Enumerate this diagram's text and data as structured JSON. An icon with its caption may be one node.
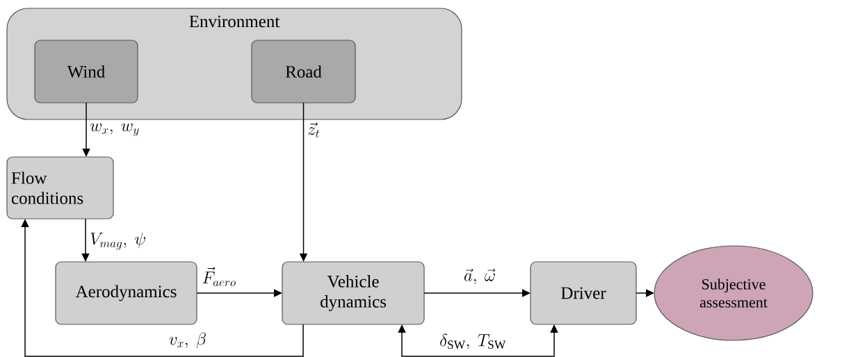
{
  "diagram": {
    "nodes": [
      {
        "text": [
          "Environment"
        ]
      },
      {
        "text": [
          "Wind"
        ],
        "in": 0
      },
      {
        "text": [
          "Road"
        ],
        "in": 0
      },
      {
        "text": [
          "Flow conditions"
        ]
      },
      {
        "text": [
          "Aerodynamics"
        ]
      },
      {
        "text": [
          "Vehicle dynamics"
        ]
      },
      {
        "text": [
          "Driver"
        ]
      },
      {
        "text": [
          "Subjective assessment"
        ]
      }
    ],
    "edges": [
      {
        "from": 1,
        "to": 3,
        "arrow": "to",
        "label": "w_x,\\ w_y"
      },
      {
        "from": 2,
        "to": 5,
        "arrow": "to",
        "label": "\\vec{z}_t"
      },
      {
        "from": 3,
        "to": 4,
        "arrow": "to",
        "label": "V_{mag},\\ \\psi"
      },
      {
        "from": 4,
        "to": 5,
        "arrow": "to",
        "label": "\\vec{F}_{aero}"
      },
      {
        "from": 5,
        "to": 6,
        "arrow": "to",
        "label": "\\vec{a},\\ \\vec{\\omega}"
      },
      {
        "from": 6,
        "to": 7,
        "arrow": "to"
      },
      {
        "from": 5,
        "to": 3,
        "arrow": "to",
        "label": "v_x,\\ \\beta"
      },
      {
        "from": 6,
        "to": 5,
        "arrow": "both",
        "label": "\\delta_{\\mathrm{SW}},\\ T_{\\mathrm{SW}}"
      }
    ]
  }
}
